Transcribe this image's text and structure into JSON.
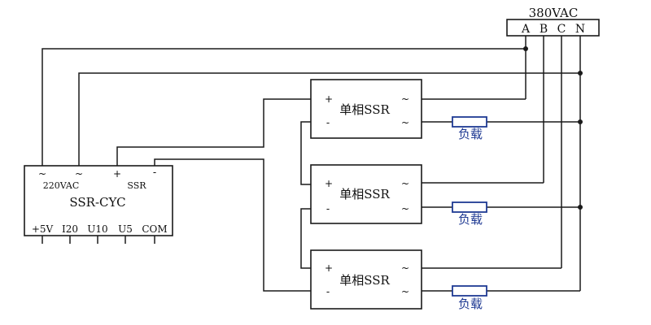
{
  "source": {
    "title": "380VAC",
    "phases": [
      "A",
      "B",
      "C",
      "N"
    ]
  },
  "controller": {
    "name": "SSR-CYC",
    "supply_label": "220VAC",
    "ssr_label": "SSR",
    "symbols": {
      "tilde": "~",
      "plus": "+",
      "minus": "-"
    },
    "terminals": [
      "+5V",
      "I20",
      "U10",
      "U5",
      "COM"
    ]
  },
  "ssr_modules": [
    {
      "label": "单相SSR",
      "plus": "+",
      "minus": "-",
      "tilde_top": "~",
      "tilde_bottom": "~"
    },
    {
      "label": "单相SSR",
      "plus": "+",
      "minus": "-",
      "tilde_top": "~",
      "tilde_bottom": "~"
    },
    {
      "label": "单相SSR",
      "plus": "+",
      "minus": "-",
      "tilde_top": "~",
      "tilde_bottom": "~"
    }
  ],
  "loads": [
    {
      "label": "负载"
    },
    {
      "label": "负载"
    },
    {
      "label": "负载"
    }
  ],
  "colors": {
    "wire": "#1a1a1a",
    "load": "#1f3a93"
  }
}
